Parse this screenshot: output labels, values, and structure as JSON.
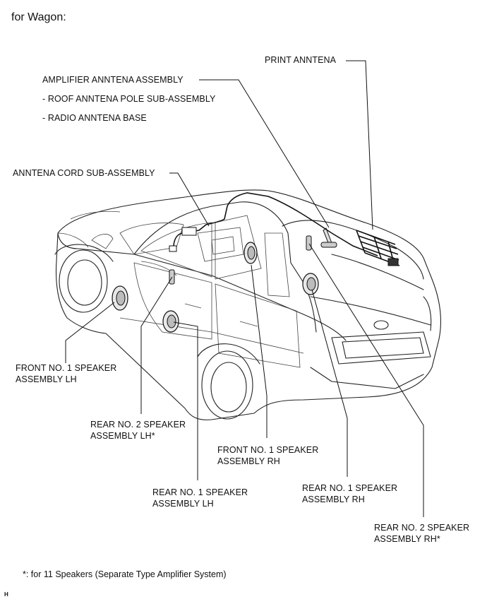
{
  "heading": "for Wagon:",
  "labels": {
    "print_antenna": "PRINT ANNTENA",
    "amplifier_antenna": "AMPLIFIER ANNTENA ASSEMBLY",
    "roof_pole": "- ROOF ANNTENA POLE SUB-ASSEMBLY",
    "radio_base": "- RADIO ANNTENA BASE",
    "antenna_cord": "ANNTENA CORD SUB-ASSEMBLY",
    "front_lh_1": "FRONT NO. 1 SPEAKER",
    "front_lh_2": "ASSEMBLY LH",
    "rear2_lh_1": "REAR NO. 2 SPEAKER",
    "rear2_lh_2": "ASSEMBLY LH*",
    "front_rh_1": "FRONT NO. 1 SPEAKER",
    "front_rh_2": "ASSEMBLY RH",
    "rear1_lh_1": "REAR NO. 1 SPEAKER",
    "rear1_lh_2": "ASSEMBLY LH",
    "rear1_rh_1": "REAR NO. 1 SPEAKER",
    "rear1_rh_2": "ASSEMBLY RH",
    "rear2_rh_1": "REAR NO. 2 SPEAKER",
    "rear2_rh_2": "ASSEMBLY RH*"
  },
  "footnote": "*: for 11 Speakers (Separate Type Amplifier System)",
  "corner_mark": "H"
}
